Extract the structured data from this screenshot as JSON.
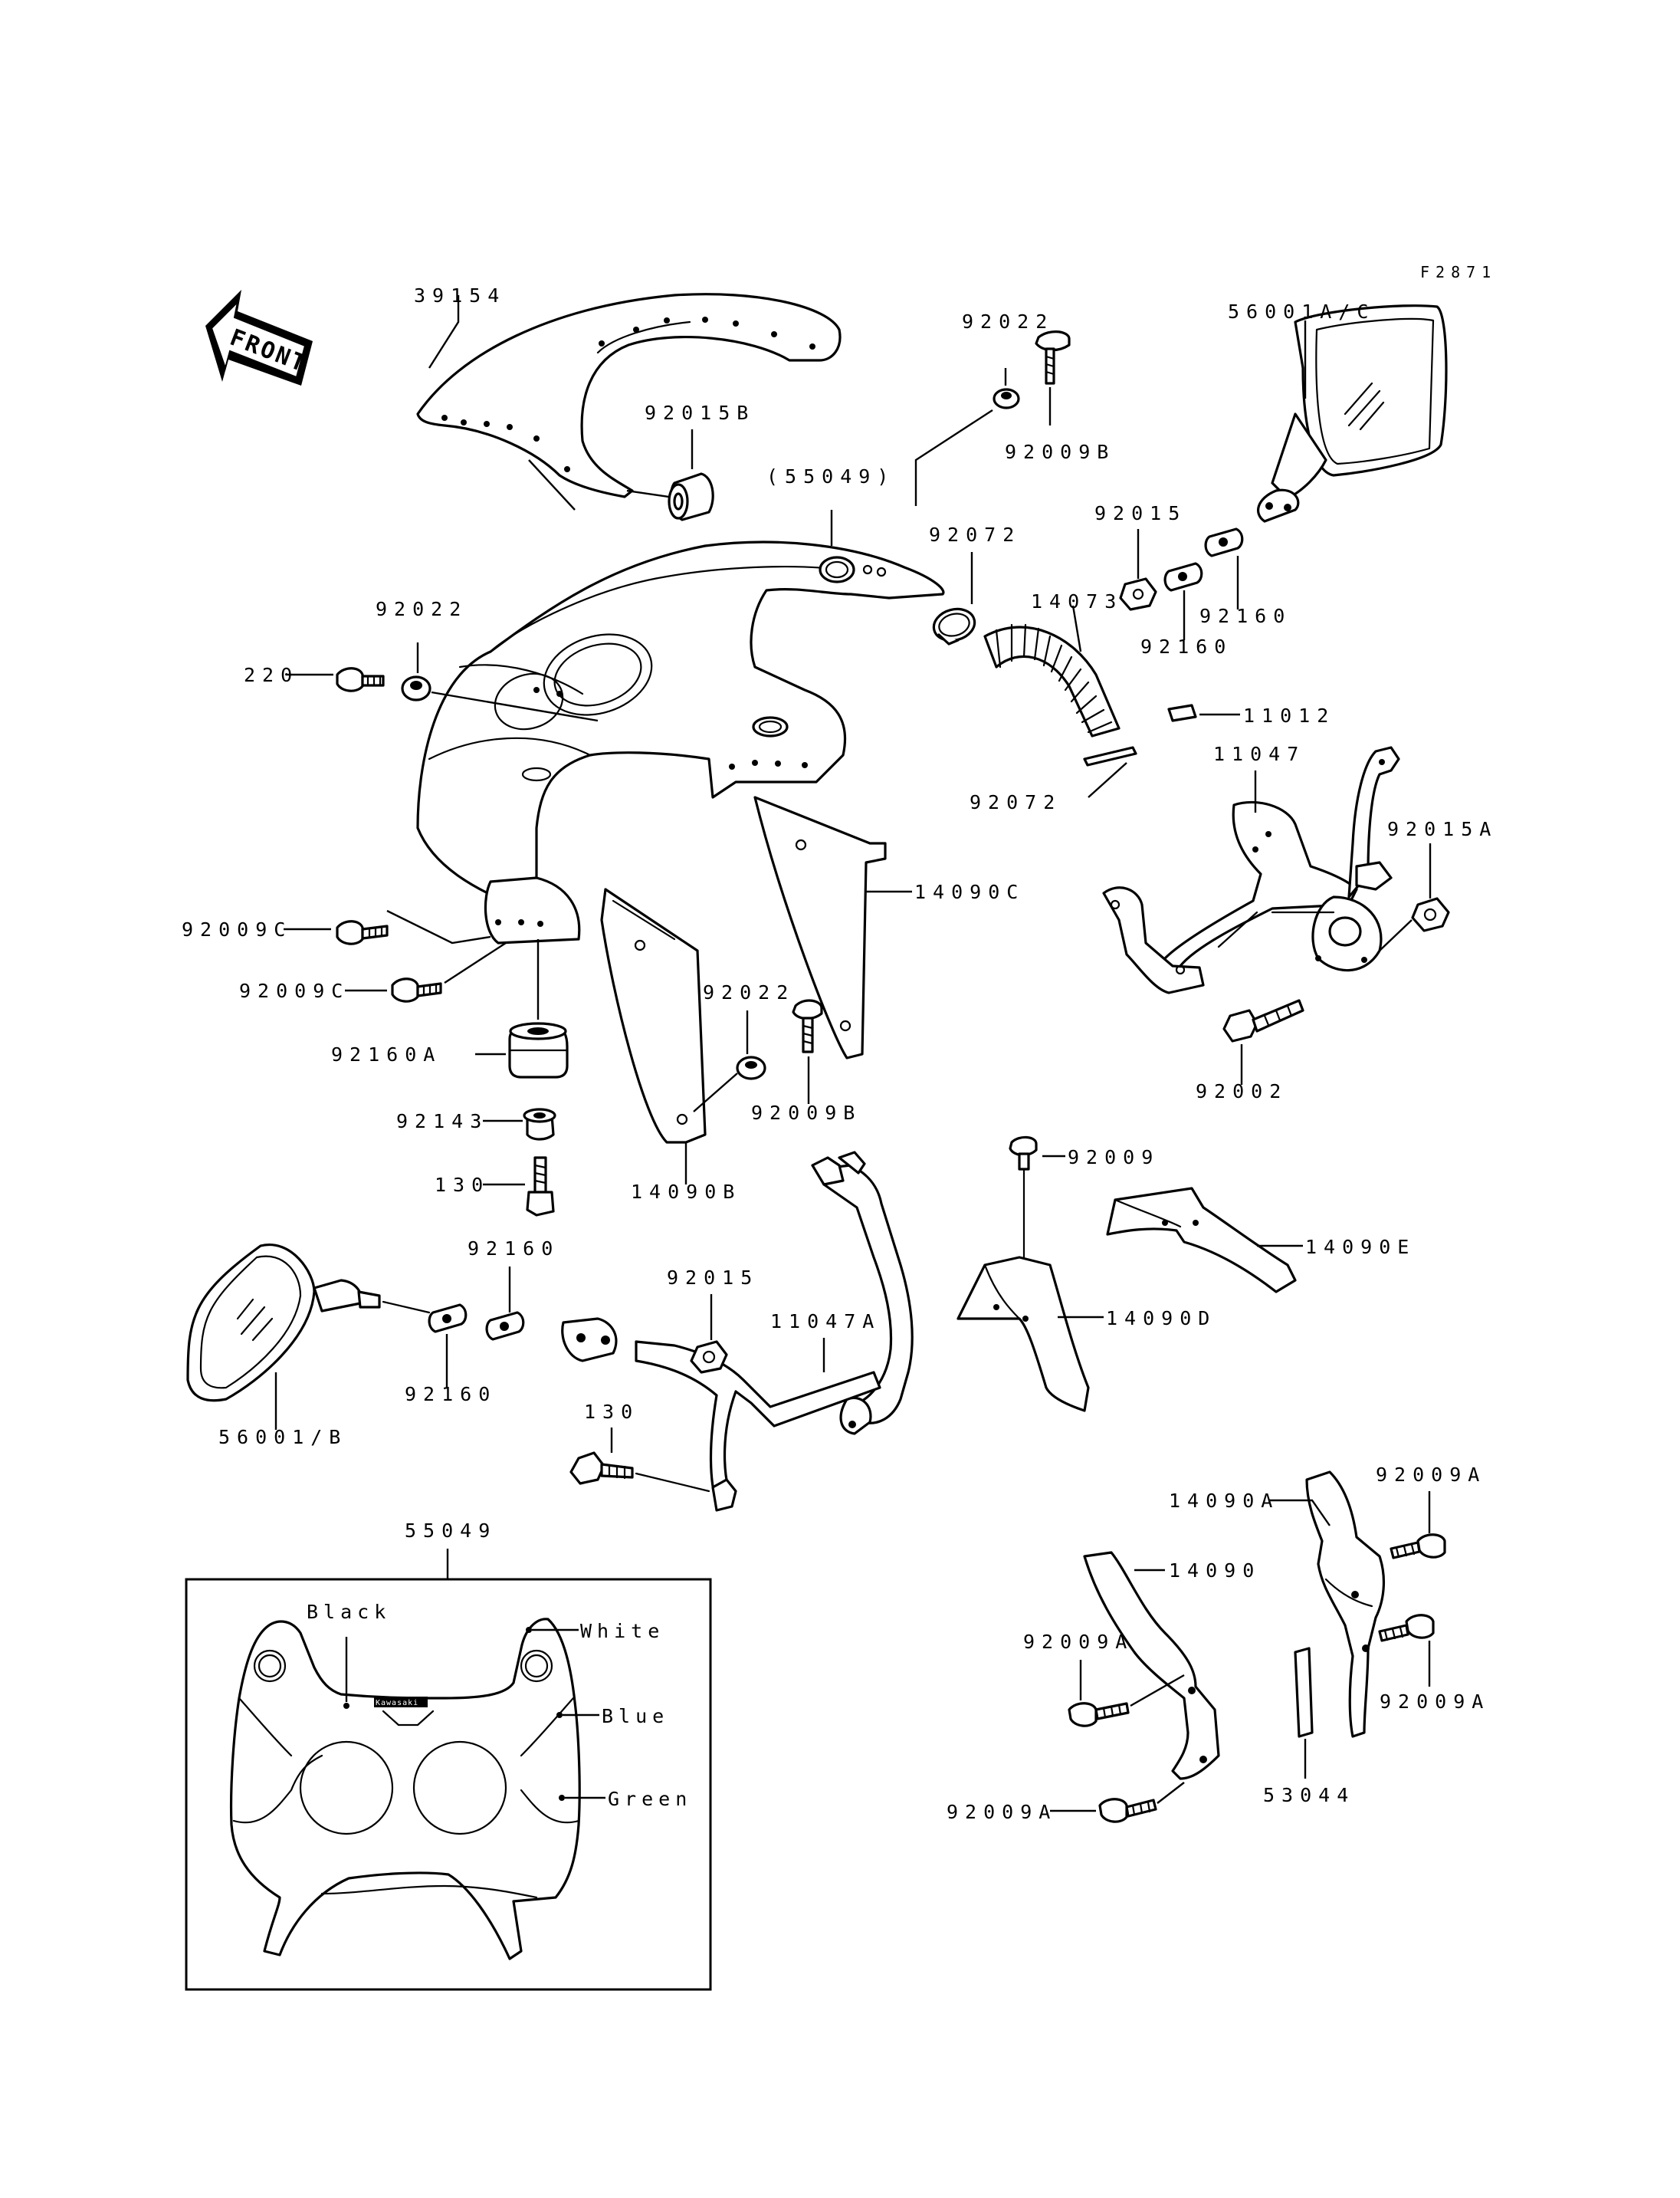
{
  "figure_code": "F2871",
  "front_label": "FRONT",
  "parts": {
    "p39154": "39154",
    "p92015B": "92015B",
    "p92022_top": "92022",
    "p92009B_top": "92009B",
    "p55049_paren": "(55049)",
    "p92072_top": "92072",
    "p56001AC": "56001A/C",
    "p92015_right": "92015",
    "p92160_r1": "92160",
    "p92160_r2": "92160",
    "p14073": "14073",
    "p11012": "11012",
    "p92022_left": "92022",
    "p220": "220",
    "p92072_low": "92072",
    "p11047": "11047",
    "p92015A": "92015A",
    "p14090C": "14090C",
    "p92009C_1": "92009C",
    "p92009C_2": "92009C",
    "p92022_mid": "92022",
    "p92160A": "92160A",
    "p92009B_mid": "92009B",
    "p92002": "92002",
    "p92143": "92143",
    "p130_a": "130",
    "p14090B": "14090B",
    "p92009": "92009",
    "p14090E": "14090E",
    "p92160_l1": "92160",
    "p92015_mid": "92015",
    "p11047A": "11047A",
    "p14090D": "14090D",
    "p92160_l2": "92160",
    "p56001B": "56001/B",
    "p130_b": "130",
    "p55049": "55049",
    "p92009A_1": "92009A",
    "p14090A": "14090A",
    "p14090": "14090",
    "p92009A_2": "92009A",
    "p92009A_3": "92009A",
    "p53044": "53044",
    "p92009A_4": "92009A"
  },
  "inset": {
    "colors": {
      "black": "Black",
      "white": "White",
      "blue": "Blue",
      "green": "Green"
    },
    "logo_text": "Kawasaki"
  }
}
